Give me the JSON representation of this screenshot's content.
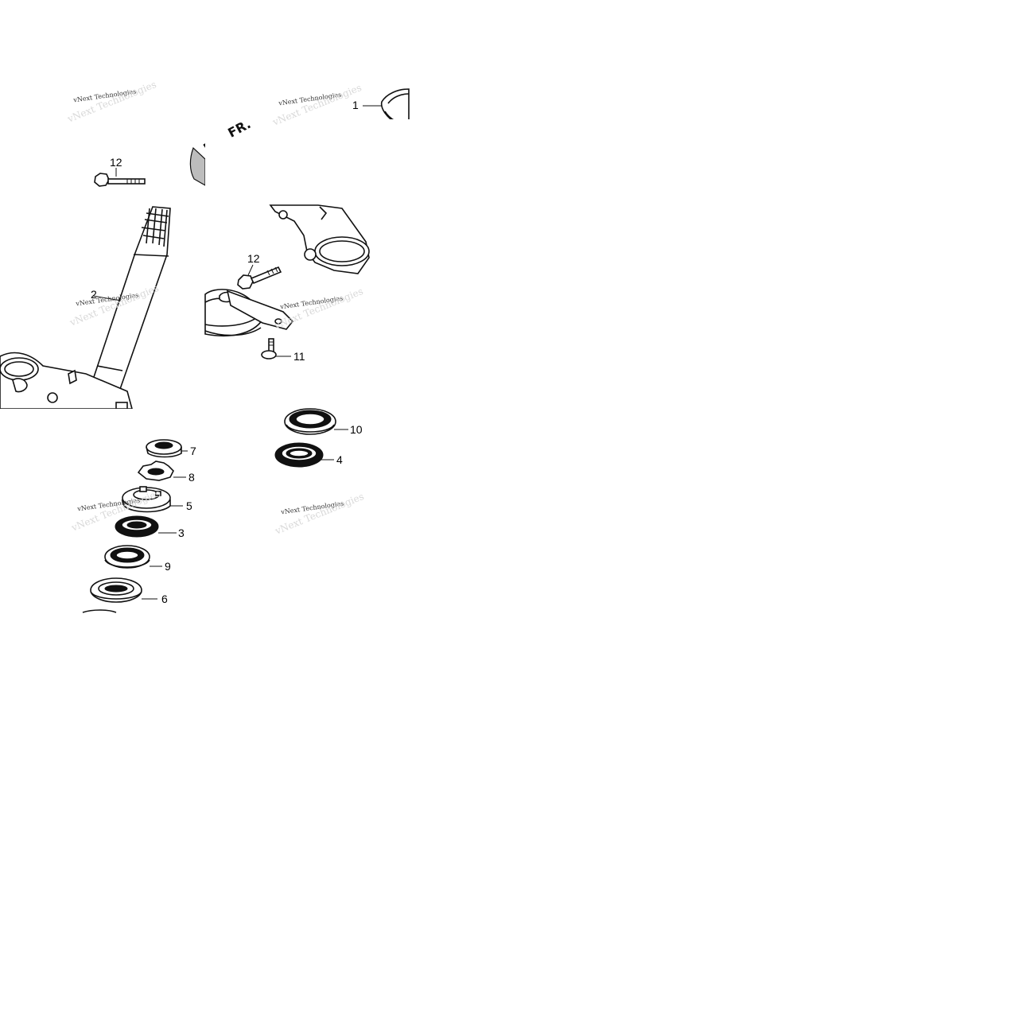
{
  "diagram": {
    "callouts": [
      {
        "id": "1",
        "label": "1"
      },
      {
        "id": "2",
        "label": "2"
      },
      {
        "id": "3",
        "label": "3"
      },
      {
        "id": "4",
        "label": "4"
      },
      {
        "id": "5",
        "label": "5"
      },
      {
        "id": "6",
        "label": "6"
      },
      {
        "id": "7",
        "label": "7"
      },
      {
        "id": "8",
        "label": "8"
      },
      {
        "id": "9",
        "label": "9"
      },
      {
        "id": "10",
        "label": "10"
      },
      {
        "id": "11",
        "label": "11"
      },
      {
        "id": "12a",
        "label": "12"
      },
      {
        "id": "12b",
        "label": "12"
      }
    ],
    "direction_label": "FR.",
    "watermark": "vNext Technologies"
  },
  "colors": {
    "ink": "#111111",
    "paper": "#ffffff",
    "watermark_ghost": "#d8d8d8"
  }
}
